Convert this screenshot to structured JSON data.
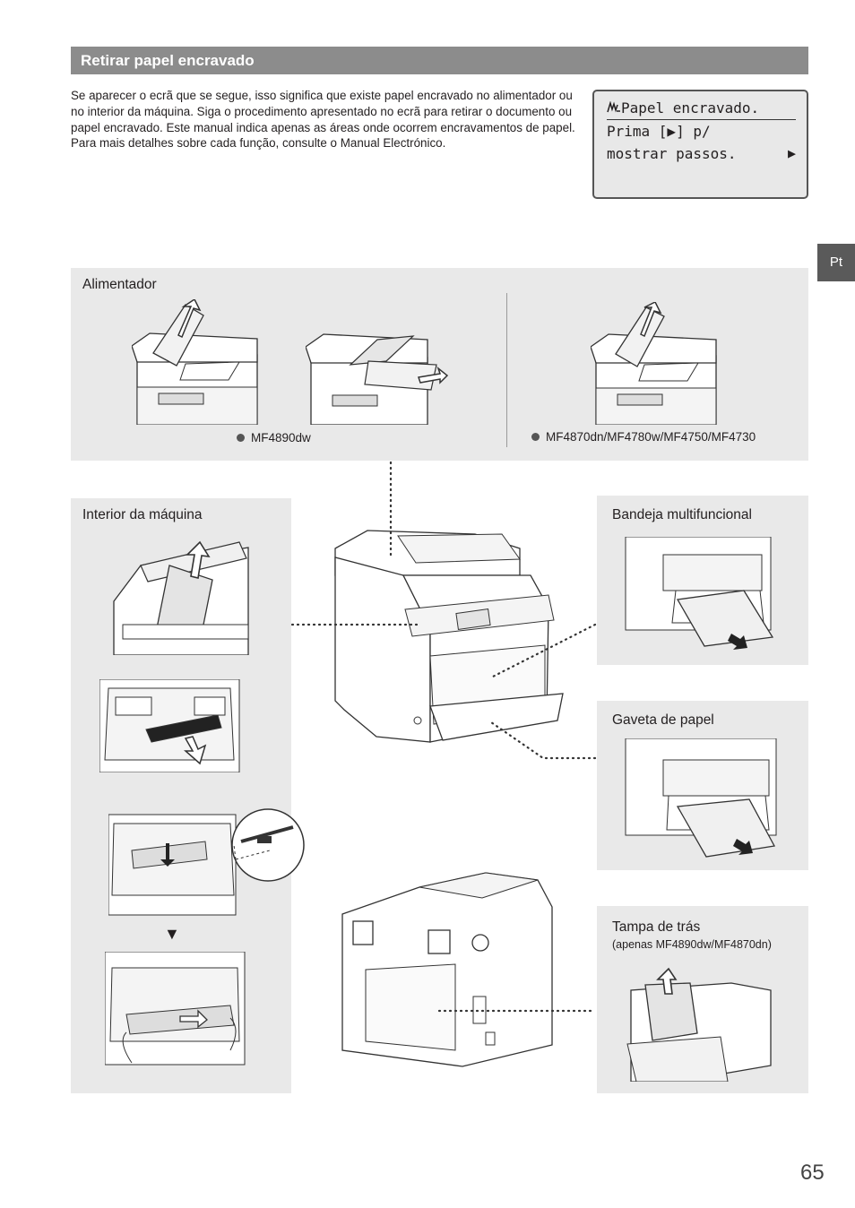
{
  "section": {
    "title": "Retirar papel encravado"
  },
  "intro": {
    "text": "Se aparecer o ecrã que se segue, isso significa que existe papel encravado no alimentador ou no interior da máquina. Siga o procedimento apresentado no ecrã para retirar o documento ou papel encravado. Este manual indica apenas as áreas onde ocorrem encravamentos de papel. Para mais detalhes sobre cada função, consulte o Manual Electrónico."
  },
  "lcd": {
    "icon": "paper-jam-icon",
    "line1": "Papel encravado.",
    "line2": "Prima [▶] p/",
    "line3": "mostrar passos.",
    "arrow": "▶"
  },
  "lang_tab": "Pt",
  "feeder": {
    "title": "Alimentador",
    "caption_left": "MF4890dw",
    "caption_right": "MF4870dn/MF4780w/MF4750/MF4730"
  },
  "interior": {
    "title": "Interior da máquina",
    "step_arrow": "▼"
  },
  "multi_tray": {
    "title": "Bandeja multifuncional"
  },
  "paper_drawer": {
    "title": "Gaveta de papel"
  },
  "rear_cover": {
    "title": "Tampa de trás",
    "subtitle": "(apenas MF4890dw/MF4870dn)"
  },
  "page_number": "65",
  "colors": {
    "header": "#8c8c8c",
    "panel": "#e9e9e9",
    "tab": "#5a5a5a",
    "ink": "#231f20"
  }
}
